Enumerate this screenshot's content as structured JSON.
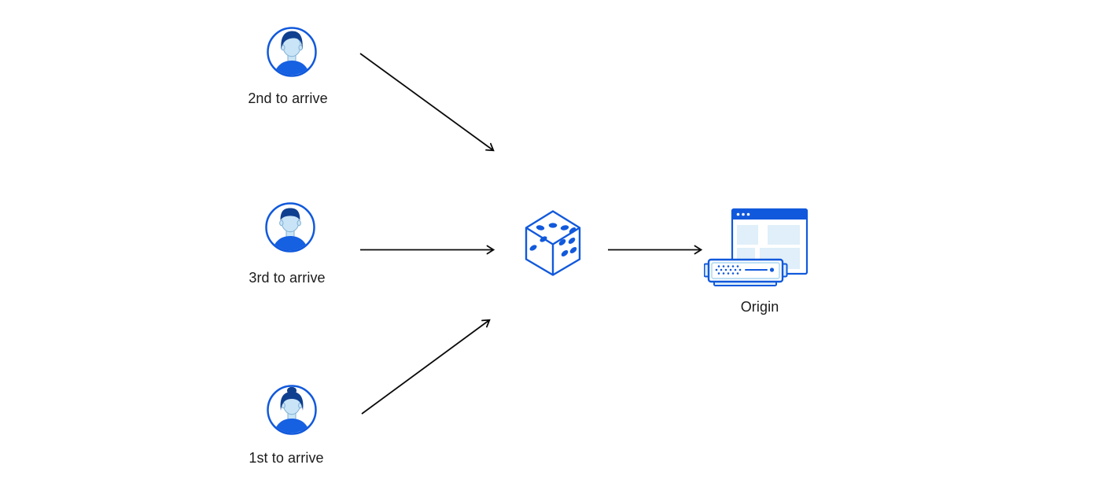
{
  "colors": {
    "accent_blue": "#1159DC",
    "light_blue_fill": "#E0EFF9",
    "face_blue": "#C9E4F6",
    "hair_navy": "#0F3F8F",
    "shirt_blue": "#1660E2",
    "arrow_black": "#0A0A0A",
    "label_text": "#1B1B1D",
    "background": "#FFFFFF"
  },
  "diagram": {
    "visitors": [
      {
        "position": "top",
        "label": "2nd to arrive",
        "icon": "man-avatar-icon"
      },
      {
        "position": "middle",
        "label": "3rd to arrive",
        "icon": "man-avatar-icon"
      },
      {
        "position": "bottom",
        "label": "1st to arrive",
        "icon": "woman-avatar-icon"
      }
    ],
    "load_balancer": {
      "icon": "dice-icon"
    },
    "origin": {
      "label": "Origin",
      "icon": "origin-server-icon"
    },
    "connections": [
      {
        "from": "visitor-top",
        "to": "dice"
      },
      {
        "from": "visitor-middle",
        "to": "dice"
      },
      {
        "from": "visitor-bottom",
        "to": "dice"
      },
      {
        "from": "dice",
        "to": "origin"
      }
    ]
  }
}
